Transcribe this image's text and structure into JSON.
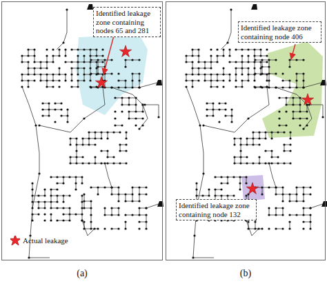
{
  "diagram": {
    "nodes": [
      {
        "text": [
          "(a)"
        ]
      },
      {
        "text": [
          "Identified leakage zone containing nodes 65 and 281"
        ],
        "in": 0
      },
      {
        "text": [
          "(b)"
        ]
      },
      {
        "text": [
          "Identified leakage zone containing node 406"
        ],
        "in": 2
      },
      {
        "text": [
          "Identified leakage zone containing node 132"
        ],
        "in": 2
      }
    ],
    "legend": [
      {
        "text": "Actual leakage"
      }
    ]
  }
}
